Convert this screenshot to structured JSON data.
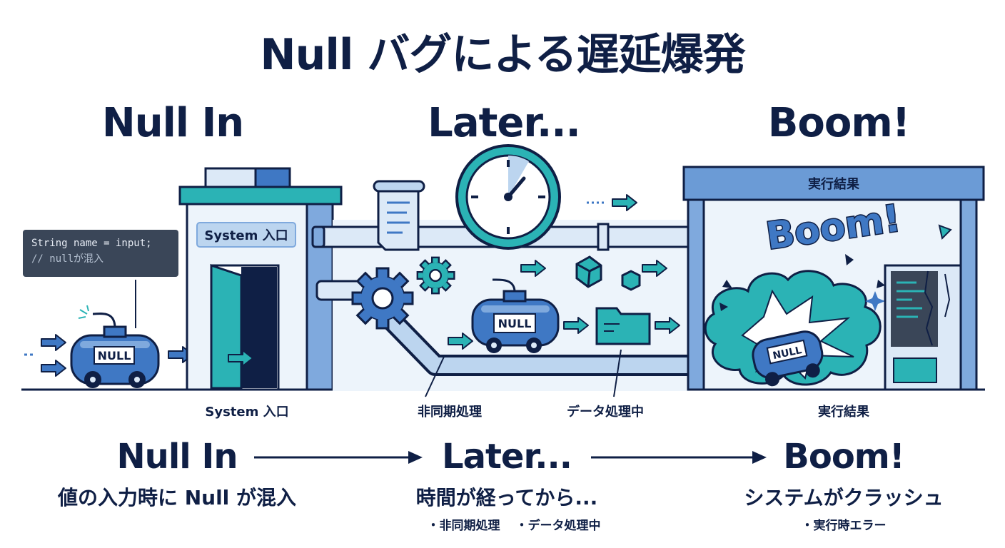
{
  "title": "Null バグによる遅延爆発",
  "stages": [
    {
      "heading": "Null In",
      "scene_label": "System 入口"
    },
    {
      "heading": "Later...",
      "scene_labels": [
        "非同期処理",
        "データ処理中"
      ]
    },
    {
      "heading": "Boom!",
      "scene_label": "実行結果"
    }
  ],
  "building": {
    "sign": "System 入口"
  },
  "result_box": {
    "header": "実行結果",
    "boom_text": "Boom!"
  },
  "code": {
    "line1": "String name = input;",
    "line2": "// nullが混入"
  },
  "cart_label": "NULL",
  "bottom": [
    {
      "heading": "Null In",
      "desc": "値の入力時に Null が混入",
      "notes": []
    },
    {
      "heading": "Later...",
      "desc": "時間が経ってから...",
      "notes": [
        "・非同期処理",
        "・データ処理中"
      ]
    },
    {
      "heading": "Boom!",
      "desc": "システムがクラッシュ",
      "notes": [
        "・実行時エラー"
      ]
    }
  ],
  "colors": {
    "navy": "#0f1f45",
    "blue": "#3f78c4",
    "light_blue": "#dce9f7",
    "teal": "#2bb3b5",
    "pale_bg": "#edf4fb"
  }
}
